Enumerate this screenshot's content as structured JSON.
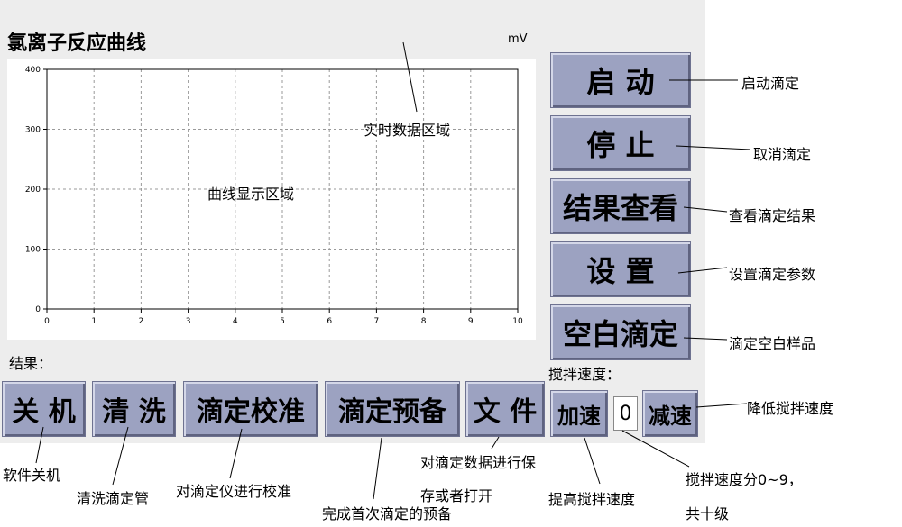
{
  "chart_title": "氯离子反应曲线",
  "unit": "mV",
  "chart_labels": {
    "curve_area": "曲线显示区域",
    "realtime_area": "实时数据区域"
  },
  "chart_data": {
    "type": "line",
    "title": "氯离子反应曲线",
    "ylabel": "mV",
    "xlim": [
      0,
      10
    ],
    "ylim": [
      0,
      400
    ],
    "x_ticks": [
      0,
      1,
      2,
      3,
      4,
      5,
      6,
      7,
      8,
      9,
      10
    ],
    "y_ticks": [
      0,
      100,
      200,
      300,
      400
    ],
    "grid": true,
    "series": []
  },
  "result_label": "结果：",
  "speed_label": "搅拌速度：",
  "speed_value": "0",
  "right_buttons": [
    {
      "label": "启 动",
      "desc": "启动滴定"
    },
    {
      "label": "停 止",
      "desc": "取消滴定"
    },
    {
      "label": "结果查看",
      "desc": "查看滴定结果"
    },
    {
      "label": "设 置",
      "desc": "设置滴定参数"
    },
    {
      "label": "空白滴定",
      "desc": "滴定空白样品"
    }
  ],
  "bottom_buttons": [
    {
      "label": "关 机",
      "desc": "软件关机"
    },
    {
      "label": "清 洗",
      "desc": "清洗滴定管"
    },
    {
      "label": "滴定校准",
      "desc": "对滴定仪进行校准"
    },
    {
      "label": "滴定预备",
      "desc": "完成首次滴定的预备"
    },
    {
      "label": "文 件",
      "desc_line1": "对滴定数据进行保",
      "desc_line2": "存或者打开"
    }
  ],
  "speed_buttons": {
    "up": {
      "label": "加速",
      "desc": "提高搅拌速度"
    },
    "down": {
      "label": "减速",
      "desc": "降低搅拌速度"
    }
  },
  "speed_desc_line1": "搅拌速度分0~9，",
  "speed_desc_line2": "共十级",
  "colors": {
    "button": "#9ca2c1",
    "panel": "#ededed",
    "grid": "#9a9a9a"
  }
}
